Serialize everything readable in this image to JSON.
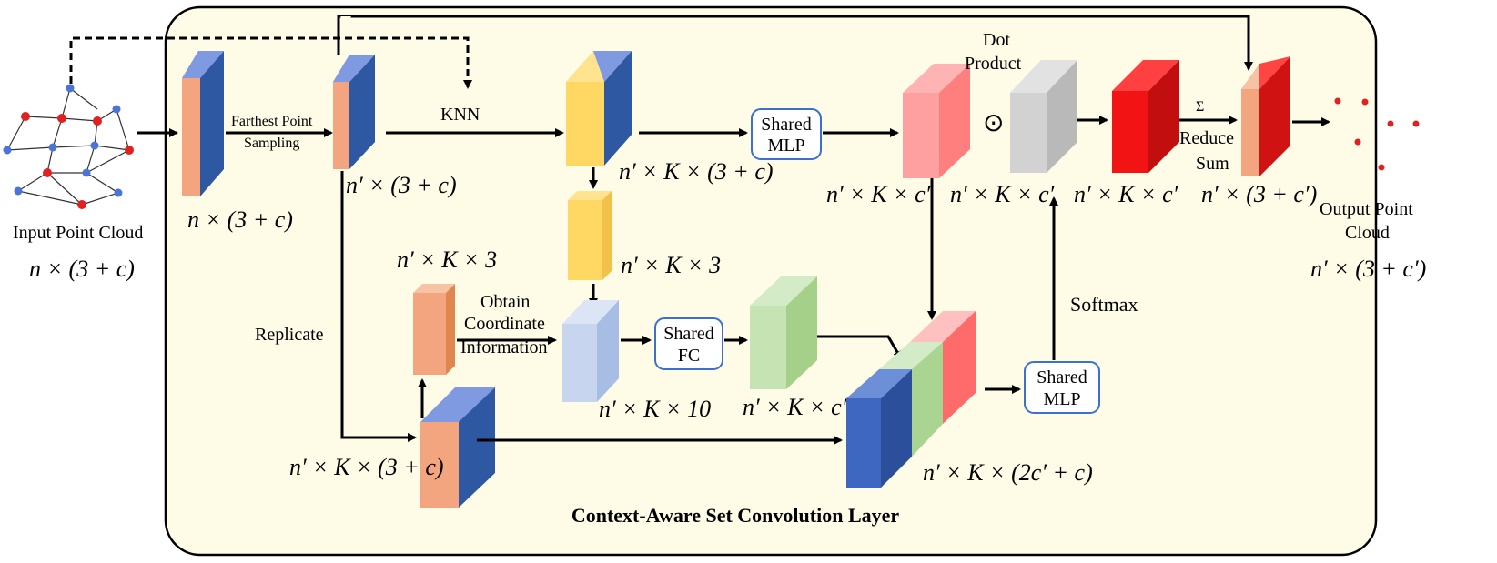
{
  "title": "Context-Aware Set Convolution Layer",
  "colors": {
    "panel_fill": "#fefbe6",
    "blue": "#2f58a3",
    "orange": "#f2a57e",
    "yellow": "#ffd863",
    "lightblue": "#c7d5ee",
    "green": "#b8dca6",
    "pink": "#ff8f8f",
    "gray": "#cfcfcf",
    "red": "#e81414",
    "box_border": "#3b6fd0"
  },
  "input": {
    "label": "Input Point Cloud",
    "dims": "n × (3 + c)"
  },
  "output": {
    "label_line1": "Output Point",
    "label_line2": "Cloud",
    "dims": "n′ × (3 + c′)"
  },
  "labels": {
    "fps_line1": "Farthest Point",
    "fps_line2": "Sampling",
    "knn": "KNN",
    "replicate": "Replicate",
    "obtain_line1": "Obtain",
    "obtain_line2": "Coordinate",
    "obtain_line3": "Information",
    "dot_line1": "Dot",
    "dot_line2": "Product",
    "dot_symbol": "⊙",
    "sigma": "Σ",
    "reduce": "Reduce",
    "sum": "Sum",
    "softmax": "Softmax"
  },
  "boxes": {
    "shared_mlp_top_line1": "Shared",
    "shared_mlp_top_line2": "MLP",
    "shared_fc_line1": "Shared",
    "shared_fc_line2": "FC",
    "shared_mlp_bot_line1": "Shared",
    "shared_mlp_bot_line2": "MLP"
  },
  "dims": {
    "d_input_block": "n × (3 + c)",
    "d_sampled": "n′ × (3 + c)",
    "d_knn": "n′ × K × (3 + c)",
    "d_coord_yellow": "n′ × K × 3",
    "d_coord_orange": "n′ × K × 3",
    "d_ten": "n′ × K × 10",
    "d_green": "n′ × K × c′",
    "d_pink": "n′ × K × c′",
    "d_gray": "n′ × K × c′",
    "d_red": "n′ × K × c′",
    "d_out_block": "n′ × (3 + c′)",
    "d_replicated": "n′ × K × (3 + c)",
    "d_concat": "n′ × K × (2c′ + c)"
  }
}
